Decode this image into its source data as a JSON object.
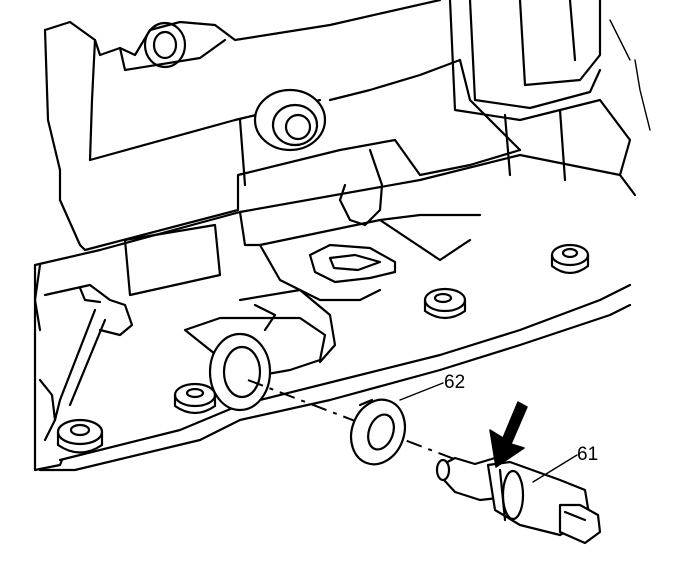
{
  "callouts": [
    {
      "id": "62",
      "label": "62"
    },
    {
      "id": "61",
      "label": "61"
    }
  ],
  "icons": {
    "arrow": "down-left-arrow-icon"
  }
}
